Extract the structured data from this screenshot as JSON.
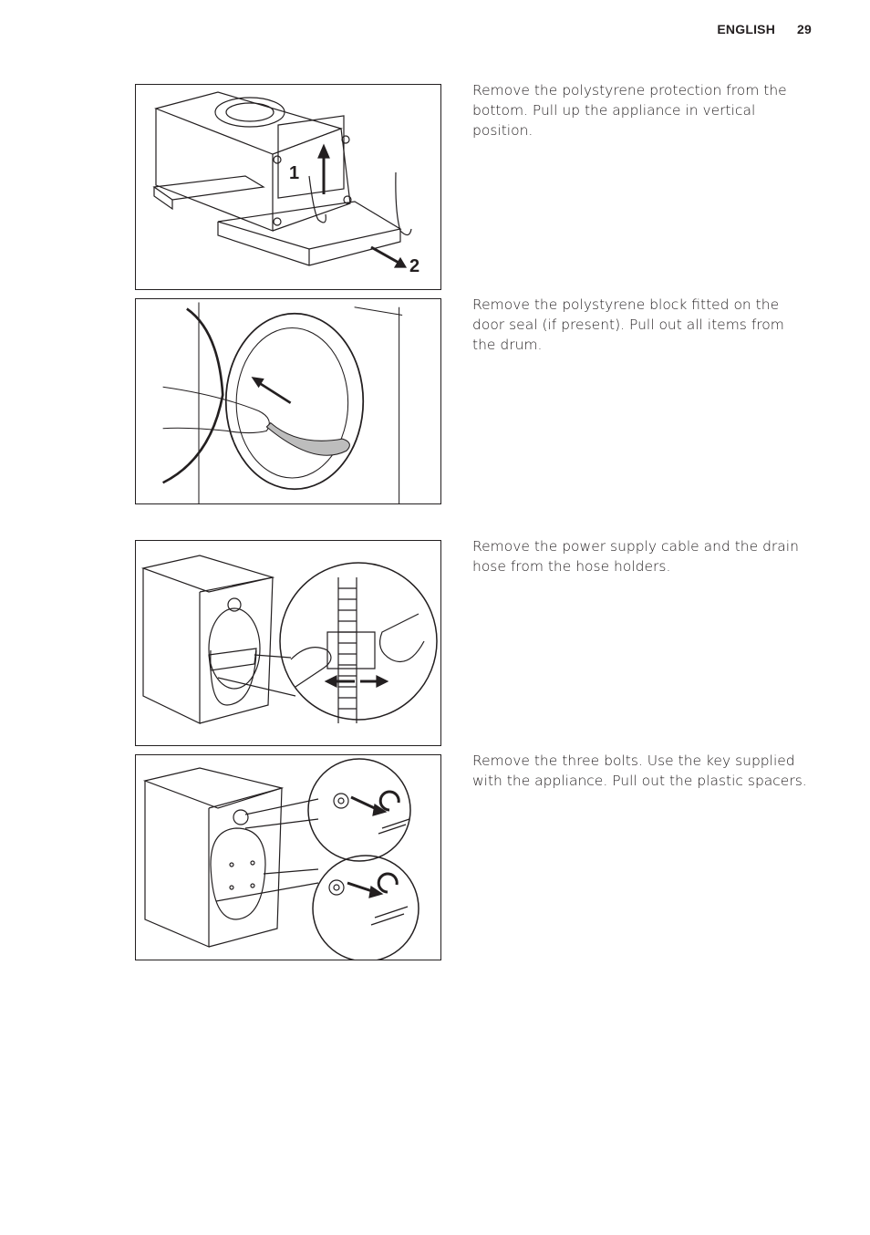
{
  "header": {
    "language": "ENGLISH",
    "page_number": "29"
  },
  "steps": [
    {
      "label_1": "1",
      "label_2": "2",
      "text": "Remove the polystyrene protection from the bottom. Pull up the appliance in vertical position."
    },
    {
      "text": "Remove the polystyrene block fitted on the door seal (if present). Pull out all items from the drum."
    },
    {
      "text": "Remove the power supply cable and the drain hose from the hose holders."
    },
    {
      "text": "Remove the three bolts. Use the key supplied with the appliance. Pull out the plastic spacers."
    }
  ]
}
